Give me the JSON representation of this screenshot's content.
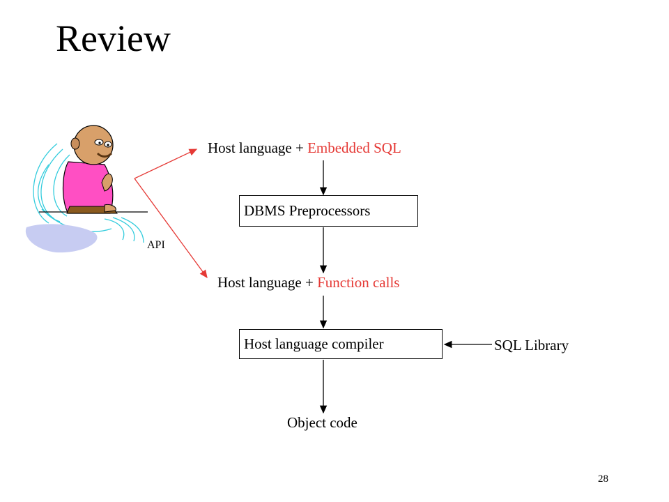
{
  "slide": {
    "title": "Review",
    "page_number": "28"
  },
  "diagram": {
    "step1": {
      "prefix": "Host language + ",
      "highlight": "Embedded SQL"
    },
    "step2": {
      "label": "DBMS Preprocessors"
    },
    "step3": {
      "prefix": "Host language + ",
      "highlight": "Function calls"
    },
    "step4": {
      "label": "Host language compiler"
    },
    "step5": {
      "label": "Object code"
    },
    "library": {
      "label": "SQL Library"
    },
    "api": {
      "label": "API"
    }
  },
  "colors": {
    "highlight": "#e53935",
    "arrow": "#000000",
    "api_arrow": "#e53935",
    "shirt": "#ff4fc3"
  }
}
